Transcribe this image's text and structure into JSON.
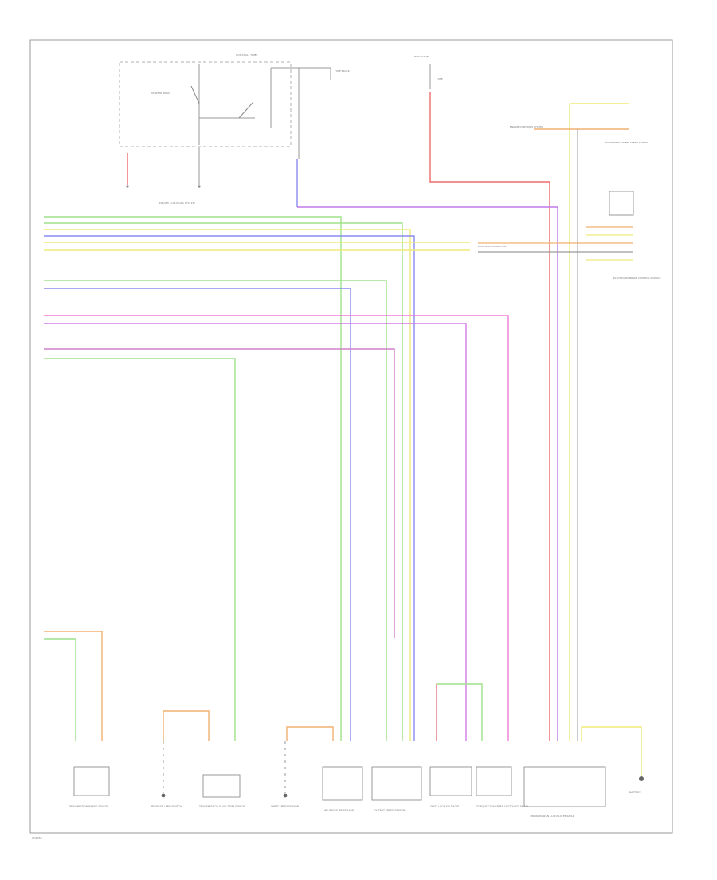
{
  "labels": {
    "footer_code": "W11456",
    "hot_at_all_times_left": "HOT AT ALL TIMES",
    "hot_at_all_times_right": "HOT IN RUN",
    "fuse_label": "FUSE",
    "fuse_block": "FUSE BLOCK",
    "engine_controls_system": "ENGINE CONTROLS SYSTEM",
    "relay_name": "STARTER RELAY",
    "top_right_comp": "ENGINE CONTROLS SYSTEM",
    "right_comp_1": "RIGHT REAR WHEEL SPEED SENSOR",
    "right_comp_2": "ELECTRONIC BRAKE CONTROL MODULE",
    "data_link": "DATA LINK CONNECTOR"
  },
  "components": [
    {
      "name": "TRANSMISSION RANGE SENSOR"
    },
    {
      "name": "REVERSE LAMP SWITCH"
    },
    {
      "name": "TRANSMISSION FLUID TEMP SENSOR"
    },
    {
      "name": "INPUT SPEED SENSOR"
    },
    {
      "name": "LINE PRESSURE SENSOR"
    },
    {
      "name": "OUTPUT SPEED SENSOR"
    },
    {
      "name": "SHIFT LOCK SOLENOID"
    },
    {
      "name": "TORQUE CONVERTER CLUTCH SOLENOID"
    },
    {
      "name": "TRANSMISSION CONTROL MODULE"
    },
    {
      "name": "BATTERY"
    }
  ],
  "wire_colors": {
    "red": "#f06a6a",
    "yellow": "#f0ea7a",
    "green": "#9ee08a",
    "blue": "#8a8af0",
    "violet": "#d07ae8",
    "pink": "#f07ad8",
    "orange": "#f0b070",
    "gray": "#9a9a9a",
    "salmon": "#f0907a"
  }
}
